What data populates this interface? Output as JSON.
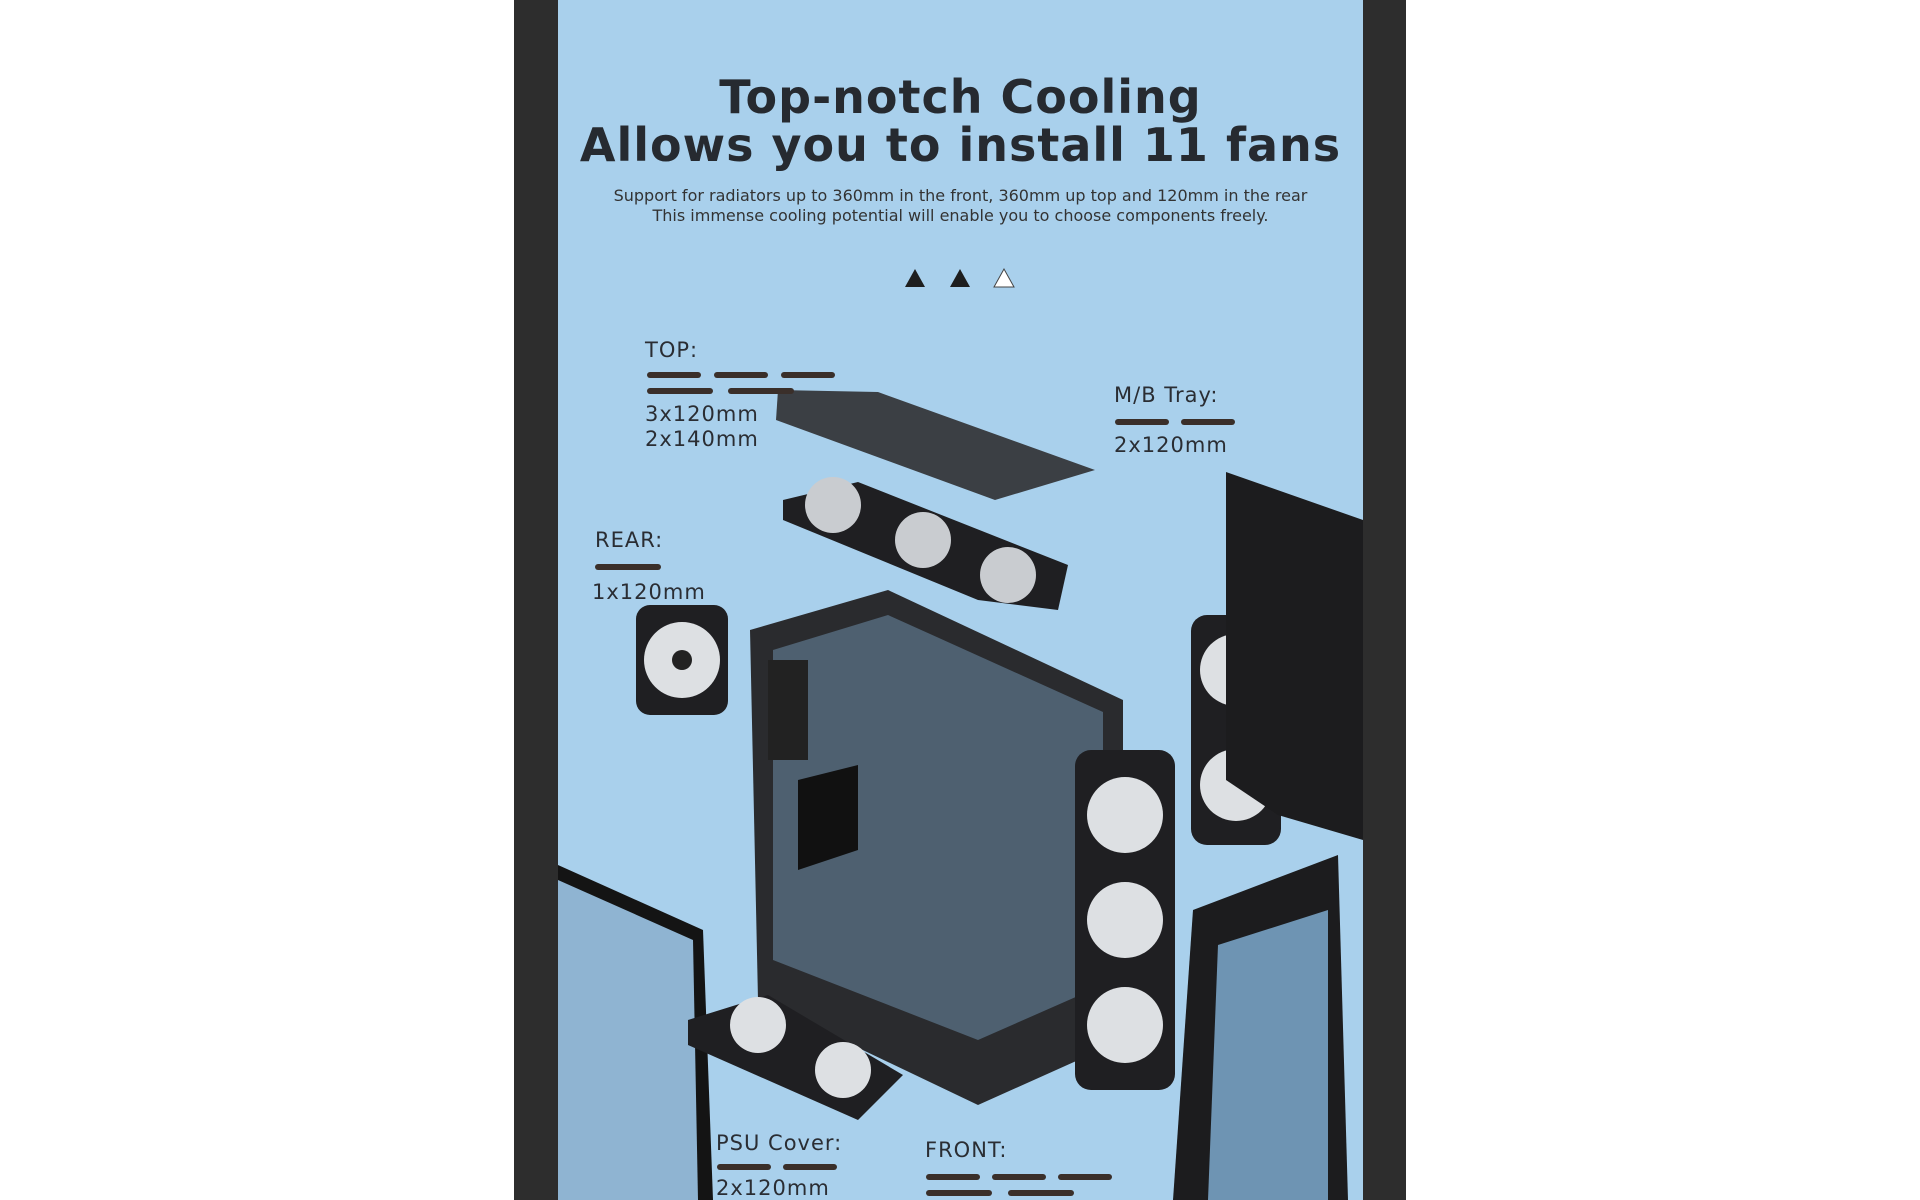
{
  "heading": {
    "line1": "Top-notch Cooling",
    "line2": "Allows you to install 11 fans"
  },
  "description": {
    "line1": "Support for radiators up to 360mm in the front,   360mm up top and 120mm in the rear",
    "line2": "This immense cooling potential will enable you to choose components freely."
  },
  "labels": {
    "top": {
      "title": "TOP:",
      "spec1": "3x120mm",
      "spec2": "2x140mm"
    },
    "mb_tray": {
      "title": "M/B Tray:",
      "spec1": "2x120mm"
    },
    "rear": {
      "title": "REAR:",
      "spec1": "1x120mm"
    },
    "psu_cover": {
      "title": "PSU Cover:",
      "spec1": "2x120mm"
    },
    "front": {
      "title": "FRONT:"
    }
  },
  "colors": {
    "background": "#a9d0ec",
    "frame": "#2d2d2d",
    "text": "#262a30"
  }
}
